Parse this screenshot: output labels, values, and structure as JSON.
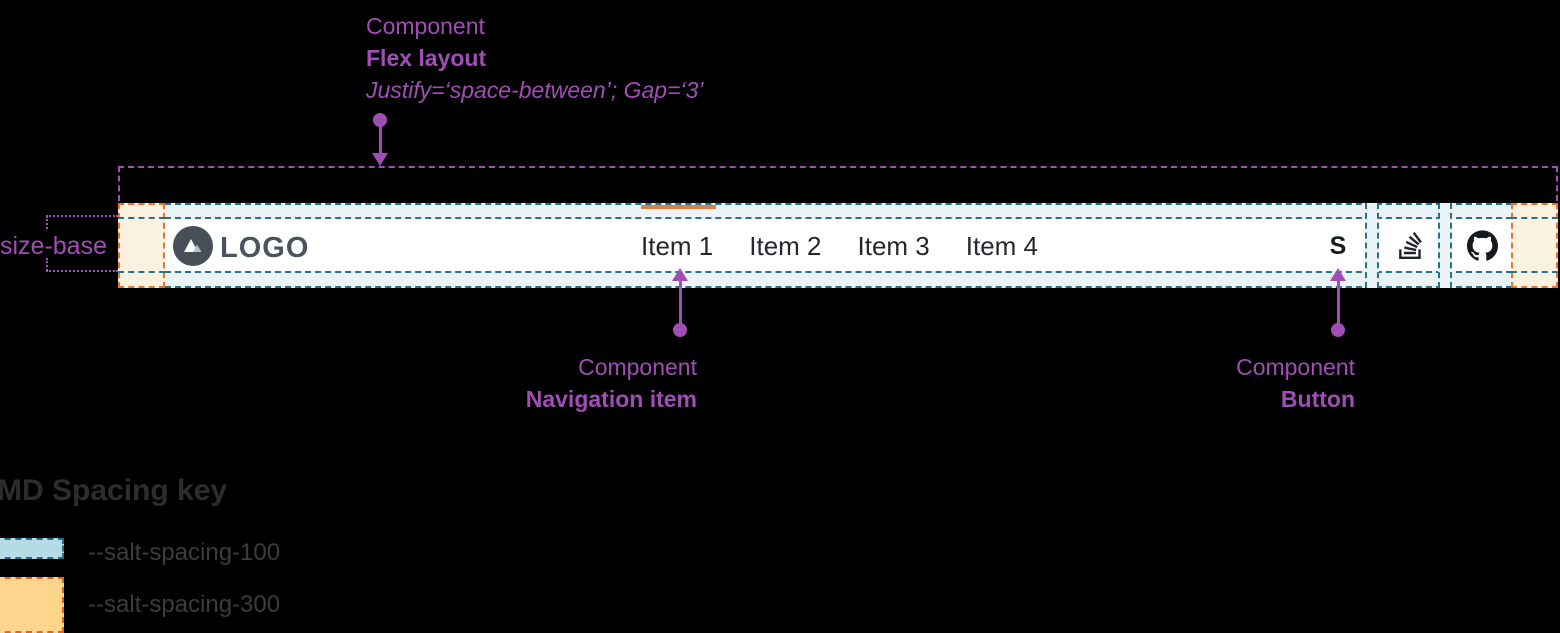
{
  "colors": {
    "annotation_purple": "#a14db6",
    "spacing100_border_teal": "#2b7086",
    "spacing100_fill_component": "#eaf3f6",
    "spacing100_fill_legend": "#b5dbe4",
    "spacing300_border_orange": "#ef7226",
    "spacing300_fill_component": "#faf1e0",
    "spacing300_fill_legend": "#fdd58c",
    "active_indicator_orange": "#dd8041",
    "navbar_background": "#ffffff",
    "logo_slate": "#4a545e",
    "nav_text_dark": "#24282c",
    "legend_text_dark": "#2d2d2d",
    "page_background": "#000000"
  },
  "annotations": {
    "flex_layout": {
      "line1": "Component",
      "line2": "Flex layout",
      "line3": "Justify=‘space-between’; Gap=‘3’"
    },
    "navigation_item": {
      "line1": "Component",
      "line2": "Navigation item"
    },
    "button": {
      "line1": "Component",
      "line2": "Button"
    },
    "size_base_label": "size-base"
  },
  "navbar": {
    "logo_text": "LOGO",
    "logo_icon": "mountain-icon",
    "items": [
      {
        "label": "Item 1",
        "active": true
      },
      {
        "label": "Item 2",
        "active": false
      },
      {
        "label": "Item 3",
        "active": false
      },
      {
        "label": "Item 4",
        "active": false
      }
    ],
    "buttons": [
      {
        "label": "S",
        "icon": "s-letter-icon"
      },
      {
        "icon": "stack-overflow-icon"
      },
      {
        "icon": "github-icon"
      }
    ]
  },
  "legend": {
    "title": "MD Spacing key",
    "items": [
      {
        "swatch": "spacing-100",
        "label": "--salt-spacing-100"
      },
      {
        "swatch": "spacing-300",
        "label": "--salt-spacing-300"
      }
    ]
  }
}
